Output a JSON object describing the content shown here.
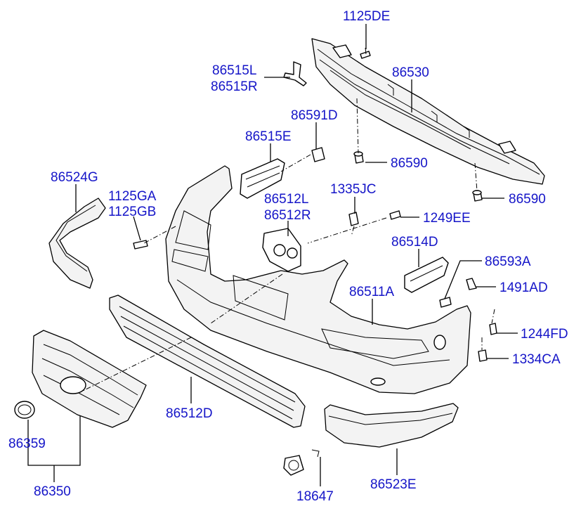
{
  "labels": {
    "p1125DE": "1125DE",
    "p86515L": "86515L",
    "p86515R": "86515R",
    "p86530": "86530",
    "p86591D": "86591D",
    "p86515E": "86515E",
    "p86590a": "86590",
    "p86590b": "86590",
    "p86524G": "86524G",
    "p1125GA": "1125GA",
    "p1125GB": "1125GB",
    "p86512L": "86512L",
    "p86512R": "86512R",
    "p1335JC": "1335JC",
    "p1249EE": "1249EE",
    "p86514D": "86514D",
    "p86593A": "86593A",
    "p1491AD": "1491AD",
    "p86511A": "86511A",
    "p1244FD": "1244FD",
    "p1334CA": "1334CA",
    "p86512D": "86512D",
    "p86359": "86359",
    "p86350": "86350",
    "p18647": "18647",
    "p86523E": "86523E"
  },
  "colors": {
    "label": "#1515c8",
    "line": "#000000",
    "background": "#ffffff"
  }
}
